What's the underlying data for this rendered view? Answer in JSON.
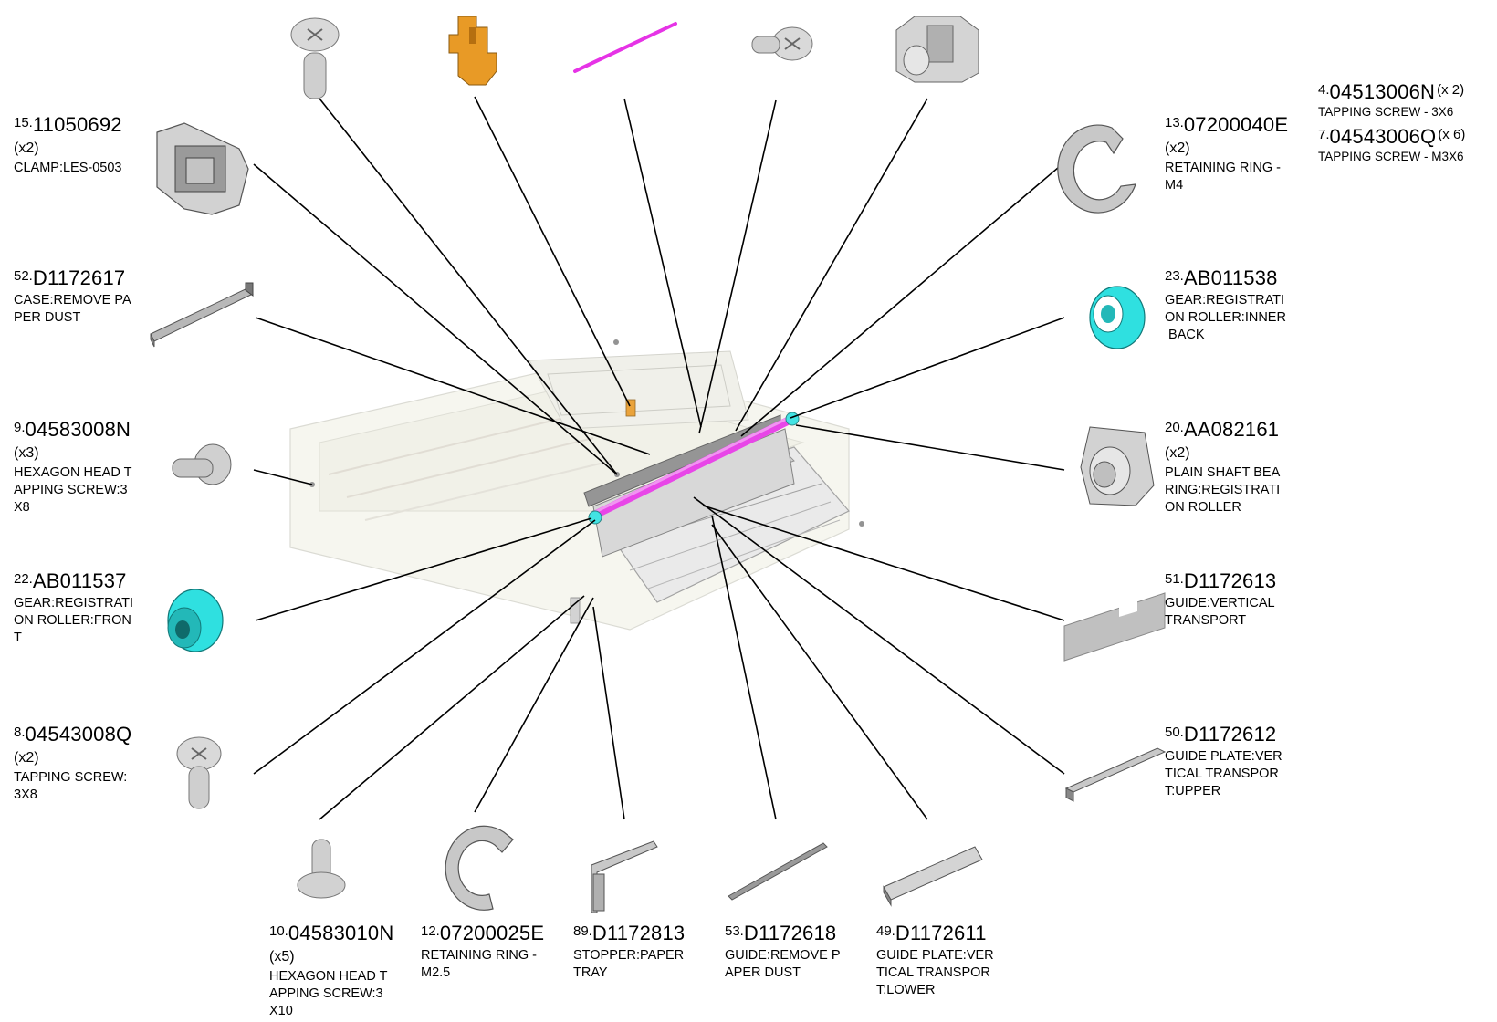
{
  "parts": {
    "p15": {
      "index": "15.",
      "number": "11050692",
      "qty": "(x2)",
      "desc": [
        "CLAMP:LES-0503"
      ]
    },
    "p52": {
      "index": "52.",
      "number": "D1172617",
      "qty": "",
      "desc": [
        "CASE:REMOVE PA",
        "PER DUST"
      ]
    },
    "p9": {
      "index": "9.",
      "number": "04583008N",
      "qty": "(x3)",
      "desc": [
        "HEXAGON HEAD T",
        "APPING SCREW:3",
        "X8"
      ]
    },
    "p22": {
      "index": "22.",
      "number": "AB011537",
      "qty": "",
      "desc": [
        "GEAR:REGISTRATI",
        "ON ROLLER:FRON",
        "T"
      ]
    },
    "p8": {
      "index": "8.",
      "number": "04543008Q",
      "qty": "(x2)",
      "desc": [
        "TAPPING SCREW:",
        "3X8"
      ]
    },
    "p13": {
      "index": "13.",
      "number": "07200040E",
      "qty": "(x2)",
      "desc": [
        "RETAINING RING -",
        "M4"
      ]
    },
    "p23": {
      "index": "23.",
      "number": "AB011538",
      "qty": "",
      "desc": [
        "GEAR:REGISTRATI",
        "ON ROLLER:INNER",
        " BACK"
      ]
    },
    "p20": {
      "index": "20.",
      "number": "AA082161",
      "qty": "(x2)",
      "desc": [
        "PLAIN SHAFT BEA",
        "RING:REGISTRATI",
        "ON ROLLER"
      ]
    },
    "p51": {
      "index": "51.",
      "number": "D1172613",
      "qty": "",
      "desc": [
        "GUIDE:VERTICAL",
        "TRANSPORT"
      ]
    },
    "p50": {
      "index": "50.",
      "number": "D1172612",
      "qty": "",
      "desc": [
        "GUIDE PLATE:VER",
        "TICAL TRANSPOR",
        "T:UPPER"
      ]
    },
    "p4": {
      "index": "4.",
      "number": "04513006N",
      "qty": "(x 2)",
      "desc": [
        "TAPPING SCREW - 3X6"
      ]
    },
    "p7": {
      "index": "7.",
      "number": "04543006Q",
      "qty": "(x 6)",
      "desc": [
        "TAPPING SCREW - M3X6"
      ]
    },
    "p10": {
      "index": "10.",
      "number": "04583010N",
      "qty": "(x5)",
      "desc": [
        "HEXAGON HEAD T",
        "APPING SCREW:3",
        "X10"
      ]
    },
    "p12": {
      "index": "12.",
      "number": "07200025E",
      "qty": "",
      "desc": [
        "RETAINING RING -",
        "M2.5"
      ]
    },
    "p89": {
      "index": "89.",
      "number": "D1172813",
      "qty": "",
      "desc": [
        "STOPPER:PAPER",
        "TRAY"
      ]
    },
    "p53": {
      "index": "53.",
      "number": "D1172618",
      "qty": "",
      "desc": [
        "GUIDE:REMOVE P",
        "APER DUST"
      ]
    },
    "p49": {
      "index": "49.",
      "number": "D1172611",
      "qty": "",
      "desc": [
        "GUIDE PLATE:VER",
        "TICAL TRANSPOR",
        "T:LOWER"
      ]
    }
  },
  "colors": {
    "roller": "#e633e6",
    "gear": "#2fe0e0",
    "orange_part": "#e89a26",
    "metal": "#c8c8c8",
    "leader": "#000000"
  },
  "icons": {
    "p15": "clamp-icon",
    "p52": "dust-case-icon",
    "p9": "hex-screw-icon",
    "p22": "front-gear-icon",
    "p8": "tapping-screw-icon",
    "p13": "retaining-ring-icon",
    "p23": "inner-gear-icon",
    "p20": "bearing-icon",
    "p51": "vertical-guide-icon",
    "p50": "guide-plate-upper-icon",
    "p10": "hex-screw-icon",
    "p12": "retaining-ring-icon",
    "p89": "stopper-icon",
    "p53": "dust-guide-icon",
    "p49": "guide-plate-lower-icon"
  }
}
